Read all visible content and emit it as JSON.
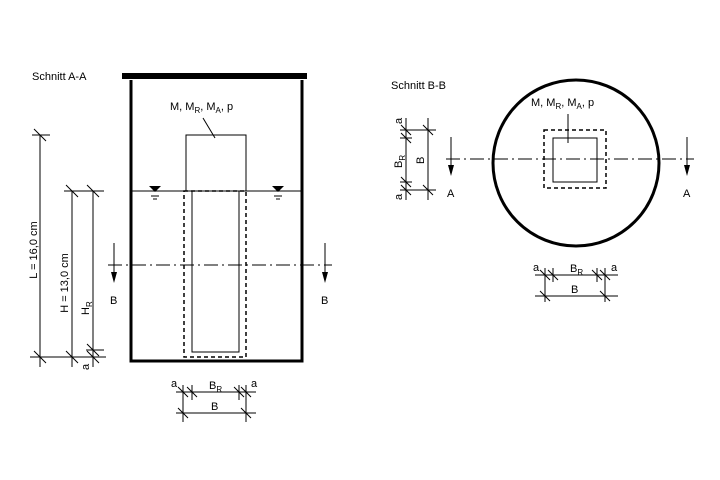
{
  "section_aa": {
    "title": "Schnitt A-A",
    "specimen_label": {
      "m": "M, M",
      "r": "R",
      "sep": ", M",
      "a": "A",
      "end": ", p"
    },
    "cut_label_left": "B",
    "cut_label_right": "B",
    "dim_L": "L = 16,0 cm",
    "dim_H": "H = 13,0 cm",
    "dim_HR": {
      "base": "H",
      "sub": "R"
    },
    "dim_a": "a",
    "bottom_dims": {
      "a_left": "a",
      "a_right": "a",
      "BR_base": "B",
      "BR_sub": "R",
      "B": "B"
    }
  },
  "section_bb": {
    "title": "Schnitt B-B",
    "specimen_label": {
      "m": "M, M",
      "r": "R",
      "sep": ", M",
      "a": "A",
      "end": ", p"
    },
    "cut_label_left": "A",
    "cut_label_right": "A",
    "side_dims": {
      "a_top": "a",
      "a_bottom": "a",
      "BR_base": "B",
      "BR_sub": "R",
      "B": "B"
    },
    "bottom_dims": {
      "a_left": "a",
      "a_right": "a",
      "BR_base": "B",
      "BR_sub": "R",
      "B": "B"
    }
  }
}
